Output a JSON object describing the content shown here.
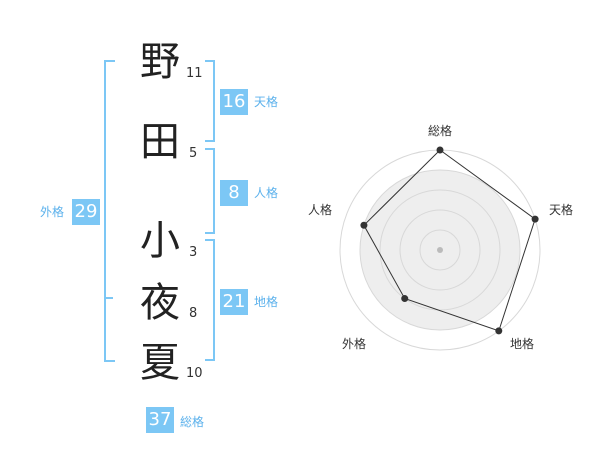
{
  "name": {
    "chars": [
      {
        "char": "野",
        "strokes": "11"
      },
      {
        "char": "田",
        "strokes": "5"
      },
      {
        "char": "小",
        "strokes": "3"
      },
      {
        "char": "夜",
        "strokes": "8"
      },
      {
        "char": "夏",
        "strokes": "10"
      }
    ]
  },
  "kaku": {
    "tenkaku": {
      "value": "16",
      "label": "天格"
    },
    "jinkaku": {
      "value": "8",
      "label": "人格"
    },
    "chikaku": {
      "value": "21",
      "label": "地格"
    },
    "gaikaku": {
      "value": "29",
      "label": "外格"
    },
    "soukaku": {
      "value": "37",
      "label": "総格"
    }
  },
  "radar": {
    "axes": [
      "総格",
      "天格",
      "地格",
      "外格",
      "人格"
    ],
    "values": [
      1.0,
      1.0,
      1.0,
      0.6,
      0.8
    ],
    "levels": 5
  }
}
